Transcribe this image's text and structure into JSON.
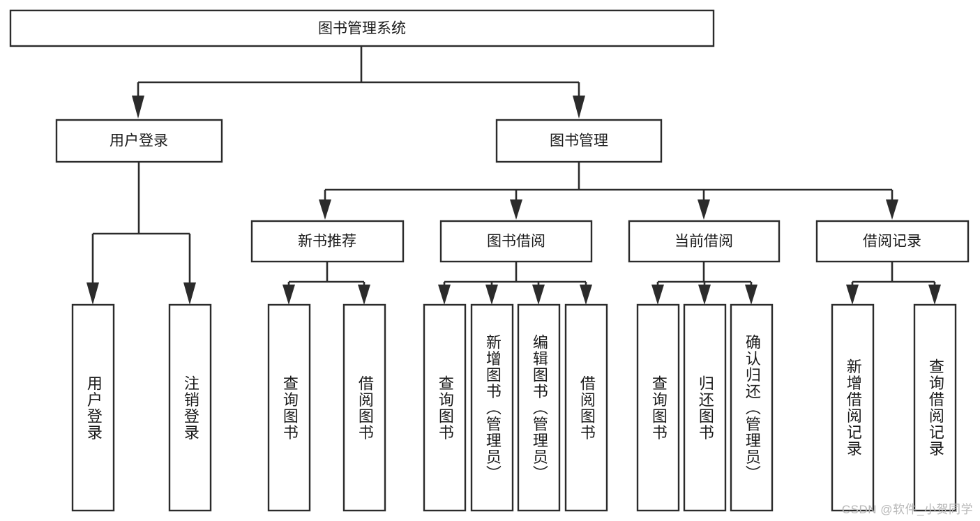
{
  "diagram": {
    "title_node": {
      "label": "图书管理系统"
    },
    "level2": [
      {
        "id": "user-login",
        "label": "用户登录"
      },
      {
        "id": "book-management",
        "label": "图书管理"
      }
    ],
    "level3": [
      {
        "id": "new-book-recommend",
        "label": "新书推荐"
      },
      {
        "id": "book-borrow",
        "label": "图书借阅"
      },
      {
        "id": "current-borrow",
        "label": "当前借阅"
      },
      {
        "id": "borrow-record",
        "label": "借阅记录"
      }
    ],
    "leaves": {
      "user_login": [
        {
          "id": "leaf-user-login",
          "label": "用户登录"
        },
        {
          "id": "leaf-logout-login",
          "label": "注销登录"
        }
      ],
      "new_book_recommend": [
        {
          "id": "leaf-query-book-1",
          "label": "查询图书"
        },
        {
          "id": "leaf-borrow-book-1",
          "label": "借阅图书"
        }
      ],
      "book_borrow": [
        {
          "id": "leaf-query-book-2",
          "label": "查询图书"
        },
        {
          "id": "leaf-add-book",
          "label": "新增图书（管理员）"
        },
        {
          "id": "leaf-edit-book",
          "label": "编辑图书（管理员）"
        },
        {
          "id": "leaf-borrow-book-2",
          "label": "借阅图书"
        }
      ],
      "current_borrow": [
        {
          "id": "leaf-query-book-3",
          "label": "查询图书"
        },
        {
          "id": "leaf-return-book",
          "label": "归还图书"
        },
        {
          "id": "leaf-confirm-return",
          "label": "确认归还（管理员）"
        }
      ],
      "borrow_record": [
        {
          "id": "leaf-add-record",
          "label": "新增借阅记录"
        },
        {
          "id": "leaf-query-record",
          "label": "查询借阅记录"
        }
      ]
    },
    "watermark": "CSDN @软件_小贺同学",
    "colors": {
      "stroke": "#2b2b2b",
      "fill": "#ffffff",
      "text": "#1a1a1a",
      "watermark": "#b7b7b7"
    }
  }
}
